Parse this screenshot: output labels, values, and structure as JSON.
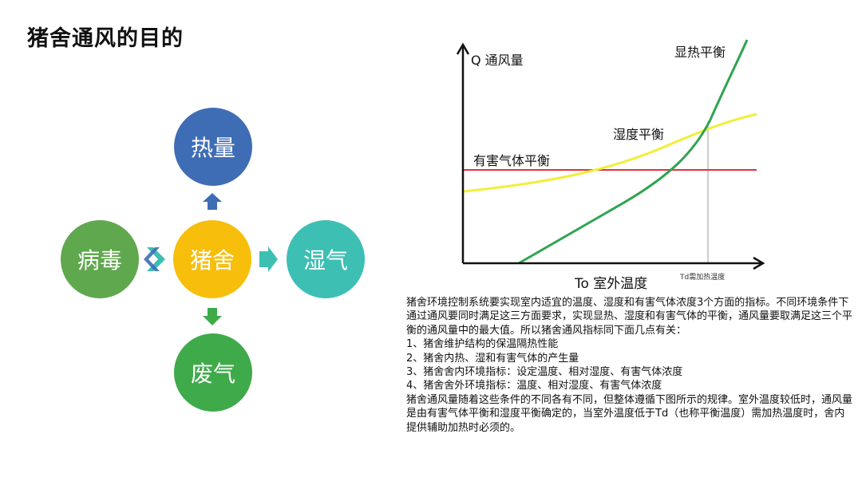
{
  "title": "猪舍通风的目的",
  "diagram": {
    "center": "猪舍",
    "top": "热量",
    "right": "湿气",
    "bottom": "废气",
    "left": "病毒",
    "colors": {
      "top": "#3F6DB5",
      "center": "#F7BE0C",
      "right": "#3DBFB4",
      "left": "#5FA84E",
      "bottom": "#3FAA4A",
      "arrow_blue": "#3F6DB5",
      "arrow_teal": "#3DBFB4",
      "arrow_green": "#3FAA4A"
    }
  },
  "chart": {
    "y_axis_label": "Q 通风量",
    "x_axis_label": "To 室外温度",
    "td_label": "Td需加热温度",
    "curve_sensible": "显热平衡",
    "curve_humidity": "湿度平衡",
    "curve_gas": "有害气体平衡",
    "colors": {
      "sensible": "#2EA44F",
      "humidity": "#F2EE3A",
      "gas": "#E0333A",
      "axis": "#111111",
      "td_line": "#999999"
    }
  },
  "description": [
    "猪舍环境控制系统要实现室内适宜的温度、湿度和有害气体浓度3个方面的指标。不同环境条件下通过通风要同时满足这三方面要求，实现显热、湿度和有害气体的平衡，通风量要取满足这三个平衡的通风量中的最大值。所以猪舍通风指标同下面几点有关：",
    "1、猪舍维护结构的保温隔热性能",
    "2、猪舍内热、湿和有害气体的产生量",
    "3、猪舍舍内环境指标：设定温度、相对湿度、有害气体浓度",
    "4、猪舍舍外环境指标：温度、相对湿度、有害气体浓度",
    "猪舍通风量随着这些条件的不同各有不同，但整体遵循下图所示的规律。室外温度较低时，通风量是由有害气体平衡和湿度平衡确定的，当室外温度低于Td（也称平衡温度）需加热温度时，舍内提供辅助加热时必须的。"
  ]
}
